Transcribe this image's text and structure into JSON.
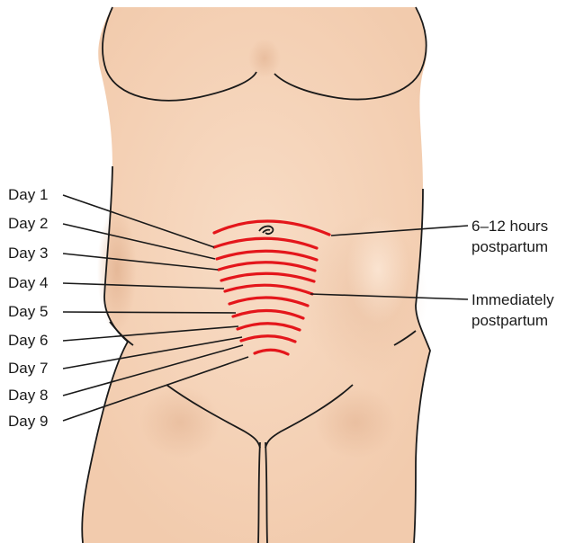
{
  "colors": {
    "skin": "#f6d6bd",
    "skin_shadow": "#e8b999",
    "fundal_marks": "#e4161b",
    "outline": "#1a1a1a"
  },
  "left_labels": [
    "Day 1",
    "Day 2",
    "Day 3",
    "Day 4",
    "Day 5",
    "Day 6",
    "Day 7",
    "Day 8",
    "Day 9"
  ],
  "right_labels": [
    {
      "line1": "6–12 hours",
      "line2": "postpartum"
    },
    {
      "line1": "Immediately",
      "line2": "postpartum"
    }
  ]
}
